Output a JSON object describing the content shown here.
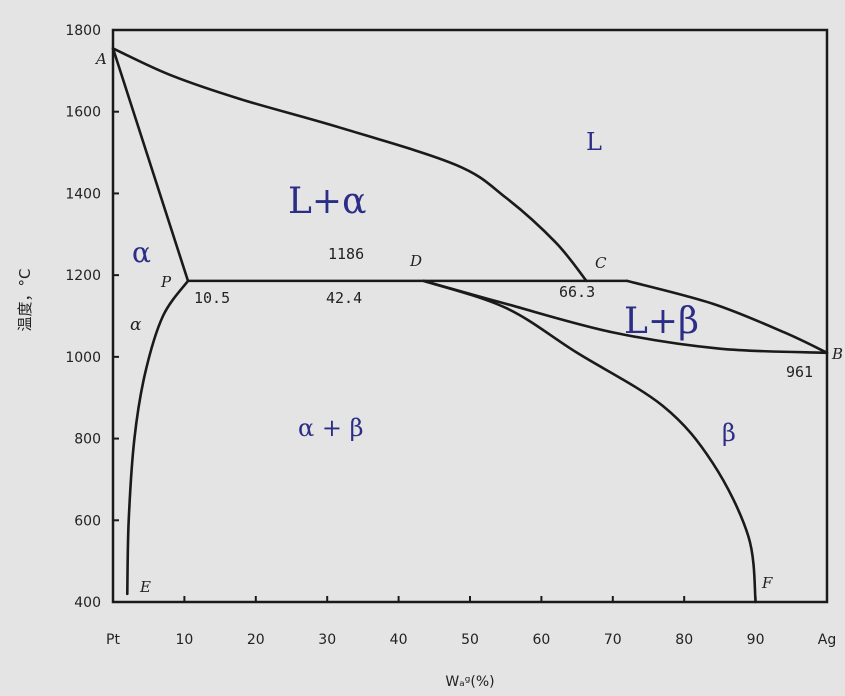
{
  "chart_data": {
    "type": "line",
    "ylabel": "温度，°C",
    "xlabel": "Wₐᵍ(%)",
    "x_ticks": [
      "Pt",
      "10",
      "20",
      "30",
      "40",
      "50",
      "60",
      "70",
      "80",
      "90",
      "Ag"
    ],
    "y_ticks": [
      "1800",
      "1600",
      "1400",
      "1200",
      "1000",
      "800",
      "600",
      "400"
    ],
    "xlim": [
      0,
      100
    ],
    "ylim": [
      400,
      1800
    ],
    "grid": false,
    "series": [
      {
        "points": [
          [
            0,
            1755
          ],
          [
            8,
            1690
          ],
          [
            18,
            1630
          ],
          [
            32,
            1560
          ],
          [
            48,
            1470
          ],
          [
            55,
            1390
          ],
          [
            62,
            1280
          ],
          [
            66.3,
            1186
          ]
        ]
      },
      {
        "points": [
          [
            0,
            1755
          ],
          [
            10.5,
            1186
          ]
        ]
      },
      {
        "points": [
          [
            10.5,
            1186
          ],
          [
            72,
            1186
          ]
        ]
      },
      {
        "points": [
          [
            72,
            1186
          ],
          [
            84,
            1130
          ],
          [
            94,
            1060
          ],
          [
            100,
            1010
          ]
        ]
      },
      {
        "points": [
          [
            43.5,
            1186
          ],
          [
            55,
            1130
          ],
          [
            70,
            1060
          ],
          [
            85,
            1020
          ],
          [
            100,
            1010
          ]
        ]
      },
      {
        "points": [
          [
            43.5,
            1186
          ],
          [
            55,
            1120
          ],
          [
            65,
            1010
          ],
          [
            77,
            880
          ],
          [
            84,
            740
          ],
          [
            89,
            560
          ],
          [
            90,
            400
          ]
        ]
      },
      {
        "points": [
          [
            2,
            420
          ],
          [
            2.2,
            600
          ],
          [
            3,
            800
          ],
          [
            4.5,
            960
          ],
          [
            7,
            1100
          ],
          [
            10.5,
            1186
          ]
        ]
      }
    ],
    "point_labels": [
      "A",
      "B",
      "C",
      "D",
      "E",
      "F",
      "P"
    ],
    "annotations": [
      "1186",
      "10.5",
      "42.4",
      "66.3",
      "961"
    ],
    "phase_labels": [
      "L",
      "L+α",
      "α",
      "α",
      "α + β",
      "L+β",
      "β"
    ]
  }
}
